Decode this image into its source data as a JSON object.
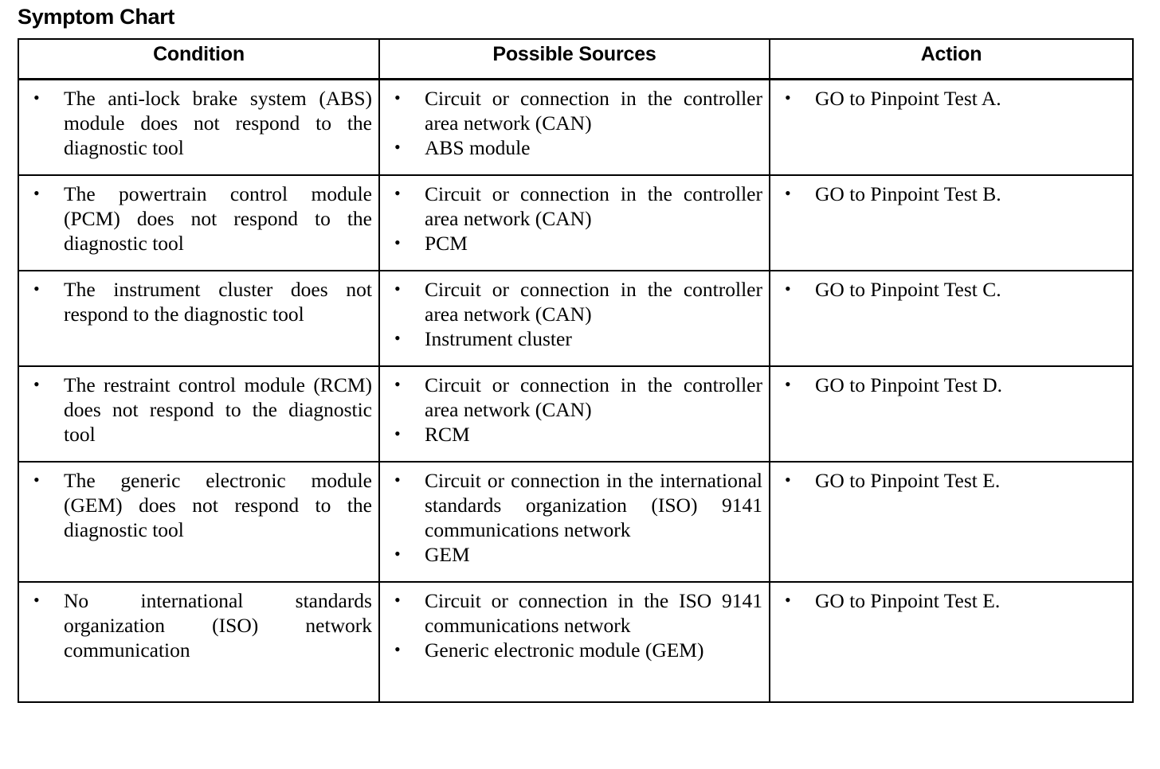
{
  "document": {
    "title": "Symptom Chart"
  },
  "table": {
    "headers": [
      "Condition",
      "Possible Sources",
      "Action"
    ],
    "rows": [
      {
        "condition": [
          "The anti-lock brake system (ABS) module does not respond to the diagnostic tool"
        ],
        "sources": [
          "Circuit or connection in the controller area network (CAN)",
          "ABS module"
        ],
        "action": [
          "GO to Pinpoint Test A."
        ]
      },
      {
        "condition": [
          "The powertrain control module (PCM) does not respond to the diagnostic tool"
        ],
        "sources": [
          "Circuit or connection in the controller area network (CAN)",
          "PCM"
        ],
        "action": [
          "GO to Pinpoint Test B."
        ]
      },
      {
        "condition": [
          "The instrument cluster does not respond to the diagnostic tool"
        ],
        "sources": [
          "Circuit or connection in the controller area network (CAN)",
          "Instrument cluster"
        ],
        "action": [
          "GO to Pinpoint Test C."
        ]
      },
      {
        "condition": [
          "The restraint control module (RCM) does not respond to the diagnostic tool"
        ],
        "sources": [
          "Circuit or connection in the controller area network (CAN)",
          "RCM"
        ],
        "action": [
          "GO to Pinpoint Test D."
        ]
      },
      {
        "condition": [
          "The generic electronic module (GEM) does not respond to the diagnostic tool"
        ],
        "sources": [
          "Circuit or connection in the international standards organization (ISO) 9141 communications network",
          "GEM"
        ],
        "action": [
          "GO to Pinpoint Test E."
        ]
      },
      {
        "condition": [
          "No international standards organization (ISO) network communication"
        ],
        "sources": [
          "Circuit or connection in the ISO 9141 communications network",
          "Generic electronic module (GEM)"
        ],
        "action": [
          "GO to Pinpoint Test E."
        ]
      }
    ]
  },
  "style": {
    "text_color": "#000000",
    "background_color": "#ffffff",
    "border_color": "#000000",
    "bullet_glyph": "•"
  }
}
